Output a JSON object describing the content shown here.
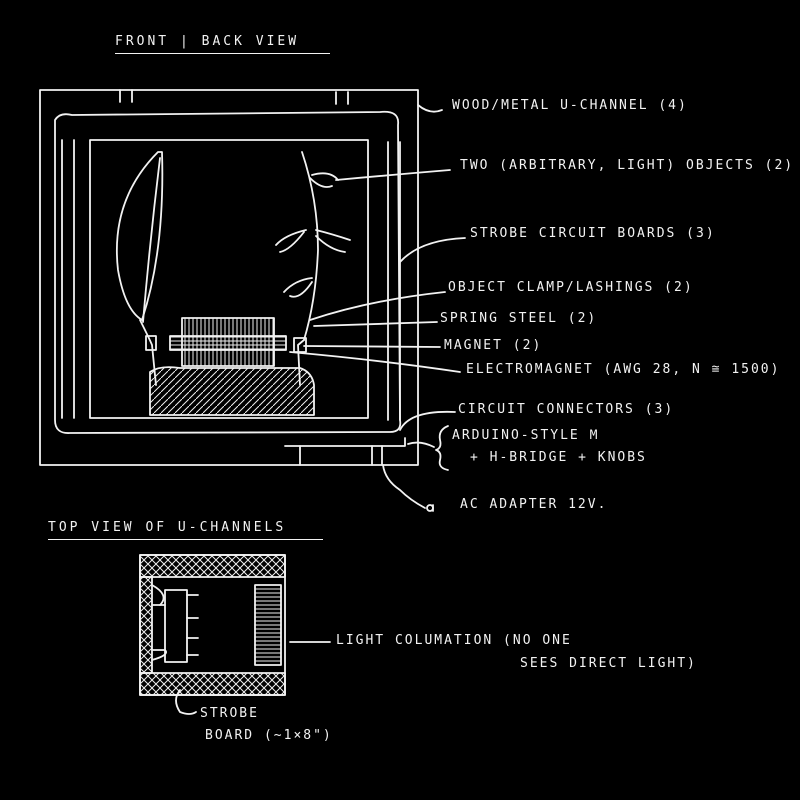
{
  "titles": {
    "front_back": "FRONT | BACK VIEW",
    "top": "TOP   VIEW   OF   U-CHANNELS"
  },
  "labels": {
    "u_channel": "WOOD/METAL  U-CHANNEL (4)",
    "objects": "TWO (ARBITRARY, LIGHT) OBJECTS (2)",
    "strobe_boards": "STROBE  CIRCUIT  BOARDS (3)",
    "clamp": "OBJECT  CLAMP/LASHINGS (2)",
    "spring": "SPRING  STEEL (2)",
    "magnet": "MAGNET (2)",
    "electromagnet": "ELECTROMAGNET (AWG 28, n ≅ 1500)",
    "connectors": "CIRCUIT  CONNECTORS (3)",
    "arduino": "ARDUINO-STYLE μ",
    "hbridge": "+ H-BRIDGE  + KNOBS",
    "ac": "AC  ADAPTER  12V.",
    "collimation_1": "LIGHT  COLUMATION  (NO  ONE",
    "collimation_2": "SEES  DIRECT  LIGHT)",
    "strobe_board_1": "STROBE",
    "strobe_board_2": "BOARD (~1×8\")"
  }
}
